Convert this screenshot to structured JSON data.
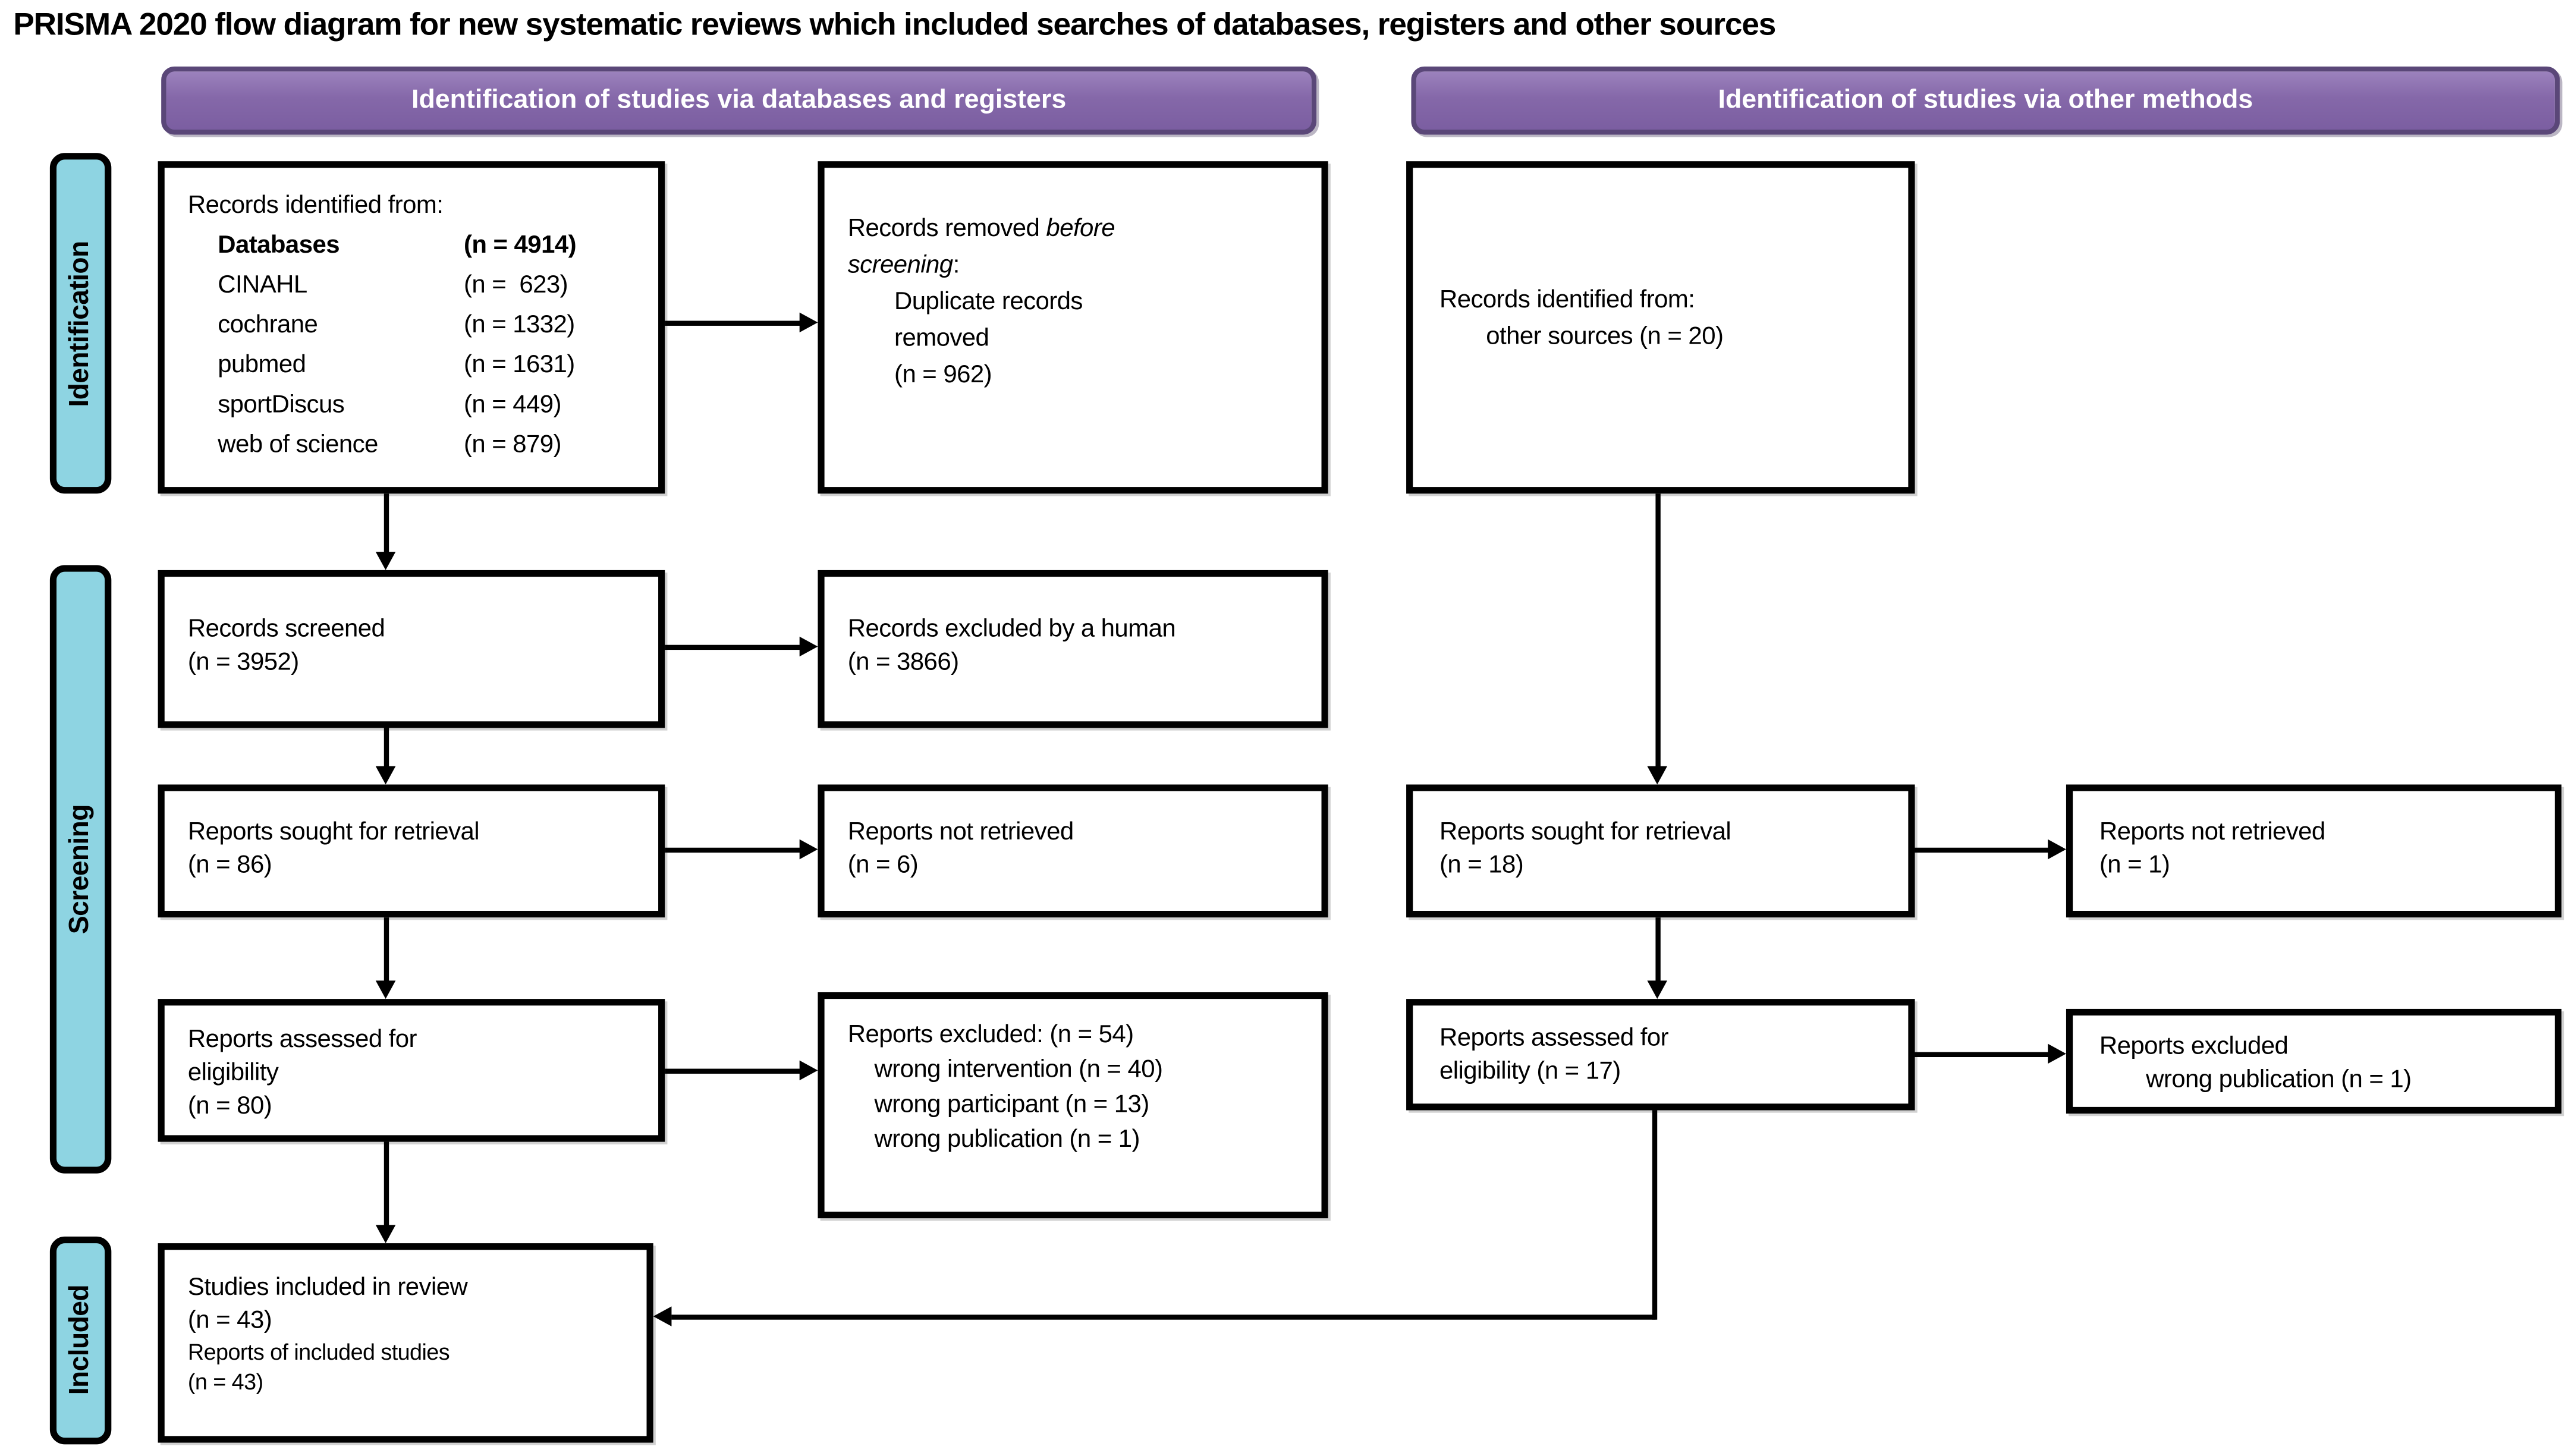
{
  "title": "PRISMA 2020 flow diagram for new systematic reviews which included searches of databases, registers and other sources",
  "headers": {
    "databases": "Identification of studies via databases and registers",
    "other": "Identification of studies via other methods"
  },
  "sidebar": {
    "identification": "Identification",
    "screening": "Screening",
    "included": "Included"
  },
  "colors": {
    "header_fill": "#8568a9",
    "header_border": "#5a4778",
    "sidebar_fill": "#8ed4e2",
    "box_border": "#000000",
    "background": "#ffffff"
  },
  "boxes": {
    "records_identified": {
      "intro": "Records identified from:",
      "rows": [
        {
          "label": "Databases",
          "value": "(n = 4914)"
        },
        {
          "label": "CINAHL",
          "value": "(n =  623)"
        },
        {
          "label": "cochrane",
          "value": "(n = 1332)"
        },
        {
          "label": "pubmed",
          "value": "(n = 1631)"
        },
        {
          "label": "sportDiscus",
          "value": "(n = 449)"
        },
        {
          "label": "web of science",
          "value": "(n = 879)"
        }
      ]
    },
    "records_removed": {
      "line1_normal": "Records removed ",
      "line1_italic": "before",
      "line2_italic": "screening",
      "line2_suffix": ":",
      "items": [
        "Duplicate records",
        "removed",
        "(n = 962)"
      ]
    },
    "records_screened": {
      "line1": "Records screened",
      "line2": "(n = 3952)"
    },
    "records_excluded_human": {
      "line1": "Records excluded by a human",
      "line2": "(n = 3866)"
    },
    "reports_sought_db": {
      "line1": "Reports sought for retrieval",
      "line2": "(n = 86)"
    },
    "reports_not_retrieved_db": {
      "line1": "Reports not retrieved",
      "line2": "(n = 6)"
    },
    "reports_assessed_db": {
      "line1": "Reports assessed for",
      "line2": "eligibility",
      "line3": "(n = 80)"
    },
    "reports_excluded_db": {
      "line1": "Reports excluded: (n = 54)",
      "items": [
        "wrong intervention (n = 40)",
        "wrong participant (n = 13)",
        "wrong publication (n = 1)"
      ]
    },
    "records_other": {
      "line1": "Records identified from:",
      "line2": "other sources (n = 20)"
    },
    "reports_sought_other": {
      "line1": "Reports sought for retrieval",
      "line2": "(n = 18)"
    },
    "reports_not_retrieved_other": {
      "line1": "Reports not retrieved",
      "line2": "(n = 1)"
    },
    "reports_assessed_other": {
      "line1": "Reports assessed for",
      "line2": "eligibility (n = 17)"
    },
    "reports_excluded_other": {
      "line1": "Reports excluded",
      "line2": "wrong publication (n = 1)"
    },
    "included_box": {
      "line1": "Studies included in review",
      "line2": "(n = 43)",
      "line3": "Reports of included studies",
      "line4": "(n = 43)"
    }
  }
}
